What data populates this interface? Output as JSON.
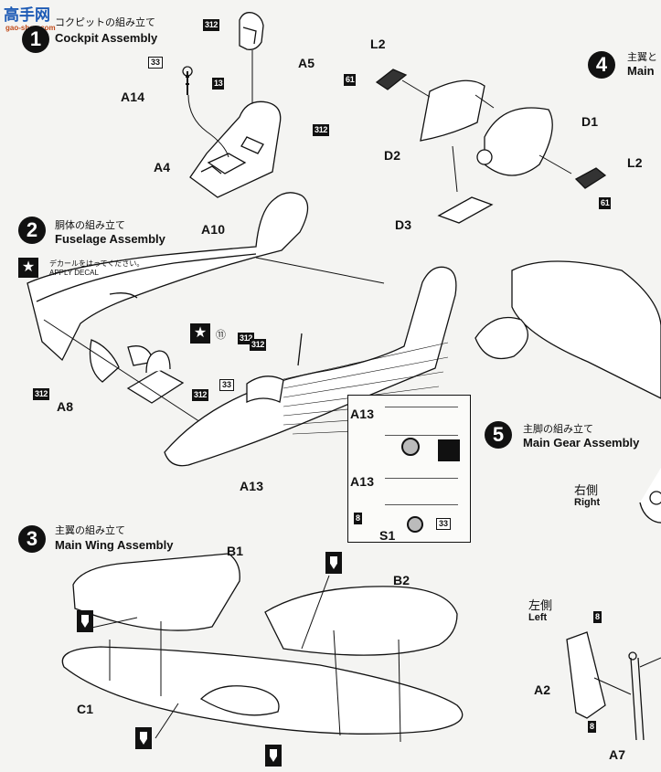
{
  "watermark": {
    "text": "高手网",
    "sub": "gao-shou.com"
  },
  "step1": {
    "number": "1",
    "jp": "コクピットの組み立て",
    "en": "Cockpit Assembly",
    "parts": [
      "A5",
      "A14",
      "A4"
    ],
    "codes": [
      "312",
      "33",
      "13",
      "312"
    ]
  },
  "step2": {
    "number": "2",
    "jp": "胴体の組み立て",
    "en": "Fuselage Assembly",
    "decal_jp": "デカールをはってください。",
    "decal_en": "APPLY DECAL",
    "decal_no": "⑪",
    "parts": [
      "A10",
      "A8",
      "A13"
    ],
    "codes": [
      "312",
      "312",
      "312",
      "33",
      "312"
    ]
  },
  "step3": {
    "number": "3",
    "jp": "主翼の組み立て",
    "en": "Main Wing Assembly",
    "parts": [
      "B1",
      "B2",
      "C1"
    ]
  },
  "step4": {
    "number": "4",
    "jp": "主翼と",
    "en": "Main",
    "parts": [
      "L2",
      "D1",
      "D2",
      "L2",
      "D3"
    ],
    "codes": [
      "61",
      "61"
    ]
  },
  "step5": {
    "number": "5",
    "jp": "主脚の組み立て",
    "en": "Main Gear Assembly",
    "right_jp": "右側",
    "right_en": "Right",
    "left_jp": "左側",
    "left_en": "Left",
    "parts": [
      "A2",
      "A7"
    ],
    "codes": [
      "8",
      "8"
    ]
  },
  "inset": {
    "parts": [
      "A13",
      "A13",
      "S1"
    ],
    "codes": [
      "8",
      "33"
    ]
  }
}
